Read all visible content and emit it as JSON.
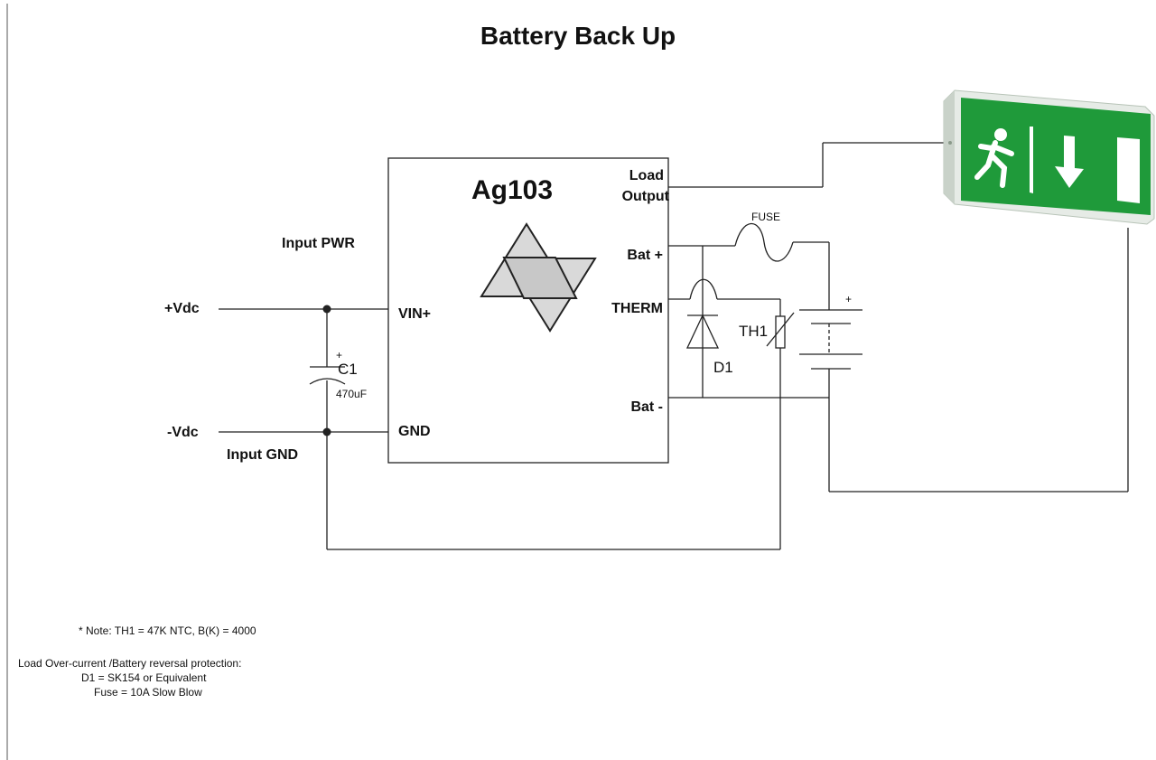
{
  "title": "Battery Back Up",
  "chip": {
    "name": "Ag103",
    "pins": {
      "load_output_line1": "Load",
      "load_output_line2": "Output",
      "bat_plus": "Bat +",
      "therm": "THERM",
      "bat_minus": "Bat -",
      "vin_plus": "VIN+",
      "gnd": "GND"
    }
  },
  "labels": {
    "input_pwr": "Input PWR",
    "vdc_plus": "+Vdc",
    "vdc_minus": "-Vdc",
    "input_gnd": "Input GND",
    "fuse": "FUSE",
    "cap_ref": "C1",
    "cap_value": "470uF",
    "cap_polarity": "+",
    "thermistor_ref": "TH1",
    "diode_ref": "D1",
    "battery_polarity": "+"
  },
  "notes": {
    "line1": "* Note: TH1 = 47K NTC, B(K) = 4000",
    "line2": "Load Over-current /Battery reversal protection:",
    "line3": "D1 = SK154 or Equivalent",
    "line4": "Fuse = 10A Slow Blow"
  },
  "colors": {
    "exit_sign_green": "#1f9a3a",
    "exit_sign_frame": "#e6ebe6",
    "logo_fill": "#d9d9d9",
    "line": "#222222"
  },
  "icons": {
    "load": "emergency-exit-sign-icon",
    "logo": "ag103-logo-icon"
  }
}
